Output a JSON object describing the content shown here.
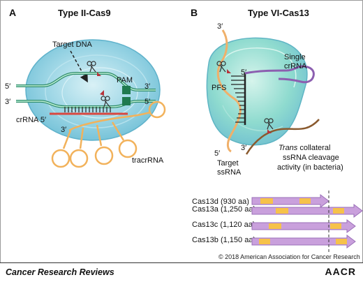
{
  "panel_a": {
    "letter": "A",
    "title": "Type II-Cas9",
    "target_dna": "Target DNA",
    "pam": "PAM",
    "end_5_top": "5′",
    "end_3_top": "3′",
    "end_3_bottom_left": "3′",
    "end_5_bottom_right": "5′",
    "crrna": "crRNA 5′",
    "three_prime_rna": "3′",
    "tracrrna": "tracrRNA"
  },
  "panel_b": {
    "letter": "B",
    "title": "Type VI-Cas13",
    "three_prime_top": "3′",
    "five_prime_crrna": "5′",
    "single_crrna_1": "Single",
    "single_crrna_2": "crRNA",
    "pfs": "PFS",
    "five_prime_bottom": "5′",
    "three_prime_bottom": "3′",
    "target_ssrna_1": "Target",
    "target_ssrna_2": "ssRNA",
    "trans_italic": "Trans",
    "trans_rest": " collateral",
    "trans_line2": "ssRNA cleavage",
    "trans_line3": "activity (in bacteria)"
  },
  "variants": [
    {
      "label": "Cas13d (930 aa)"
    },
    {
      "label": "Cas13a (1,250 aa)"
    },
    {
      "label": "Cas13c (1,120 aa)"
    },
    {
      "label": "Cas13b (1,150 aa)"
    }
  ],
  "copyright": "© 2018 American Association for Cancer Research",
  "footer": {
    "journal": "Cancer Research Reviews",
    "logo": "AACR"
  },
  "colors": {
    "protein_blue": "#8ccfe0",
    "protein_teal": "#7fd6cc",
    "dna_green": "#2f8c6b",
    "pam_green": "#1f7a4f",
    "crrna_red": "#d9473f",
    "rna_orange": "#f2b25b",
    "target_orange": "#f0b06a",
    "crrna_purple": "#8c5fb0",
    "collateral_brown": "#8a5a2e",
    "bar_purple": "#c9a0dc",
    "hepn_yellow": "#f6c24a"
  }
}
